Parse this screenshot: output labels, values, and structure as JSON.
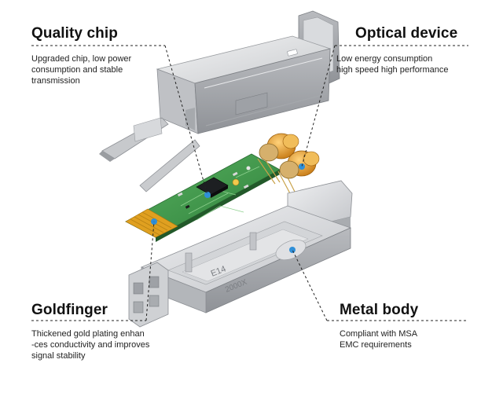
{
  "callouts": {
    "quality_chip": {
      "title": "Quality chip",
      "lines": [
        "Upgraded chip, low power",
        "consumption and stable",
        "transmission"
      ]
    },
    "optical_device": {
      "title": "Optical device",
      "lines": [
        "Low energy consumption",
        "high speed high performance"
      ]
    },
    "goldfinger": {
      "title": "Goldfinger",
      "lines": [
        "Thickened gold plating enhan",
        "-ces conductivity and improves",
        "signal stability"
      ]
    },
    "metal_body": {
      "title": "Metal body",
      "lines": [
        "Compliant with MSA",
        "EMC requirements"
      ]
    }
  },
  "markings": {
    "body_label_1": "E14",
    "body_label_2": "2000X"
  },
  "colors": {
    "metal_light": "#e6e7e9",
    "metal_mid": "#c4c6c9",
    "metal_dark": "#8d9095",
    "pcb_green": "#3f9a4b",
    "gold": "#e0a020",
    "laser_amber": "#e8a23a",
    "marker_blue": "#2f8fd8"
  }
}
